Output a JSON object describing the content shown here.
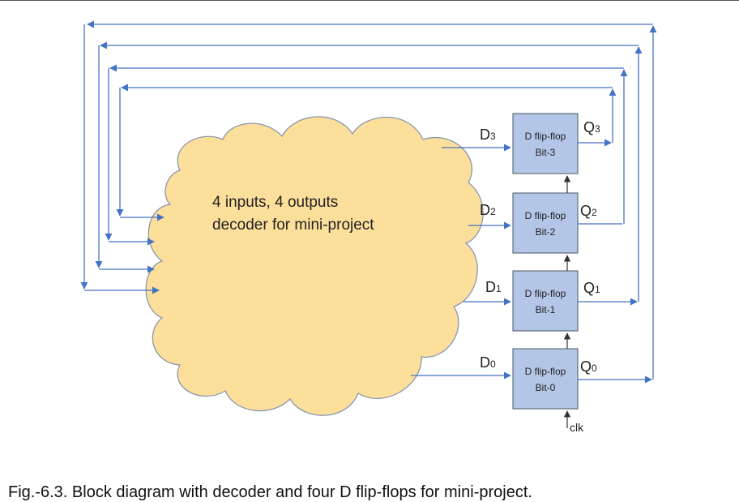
{
  "decoder": {
    "line1": "4 inputs, 4 outputs",
    "line2": "decoder for mini-project"
  },
  "flip_flops": [
    {
      "name": "D flip-flop",
      "bit": "Bit-3",
      "d_main": "D",
      "d_sub": "3",
      "q_main": "Q",
      "q_sub": "3"
    },
    {
      "name": "D flip-flop",
      "bit": "Bit-2",
      "d_main": "D",
      "d_sub": "2",
      "q_main": "Q",
      "q_sub": "2"
    },
    {
      "name": "D flip-flop",
      "bit": "Bit-1",
      "d_main": "D",
      "d_sub": "1",
      "q_main": "Q",
      "q_sub": "1"
    },
    {
      "name": "D flip-flop",
      "bit": "Bit-0",
      "d_main": "D",
      "d_sub": "0",
      "q_main": "Q",
      "q_sub": "0"
    }
  ],
  "clock_label": "clk",
  "caption": "Fig.-6.3. Block diagram with decoder and four D flip-flops for mini-project.",
  "colors": {
    "wire": "#4472C4",
    "cloud_fill": "#FDDF9C",
    "cloud_stroke": "#8A97AB",
    "ff_fill": "#B4C6E7",
    "ff_stroke": "#4A5563",
    "text": "#222222"
  }
}
